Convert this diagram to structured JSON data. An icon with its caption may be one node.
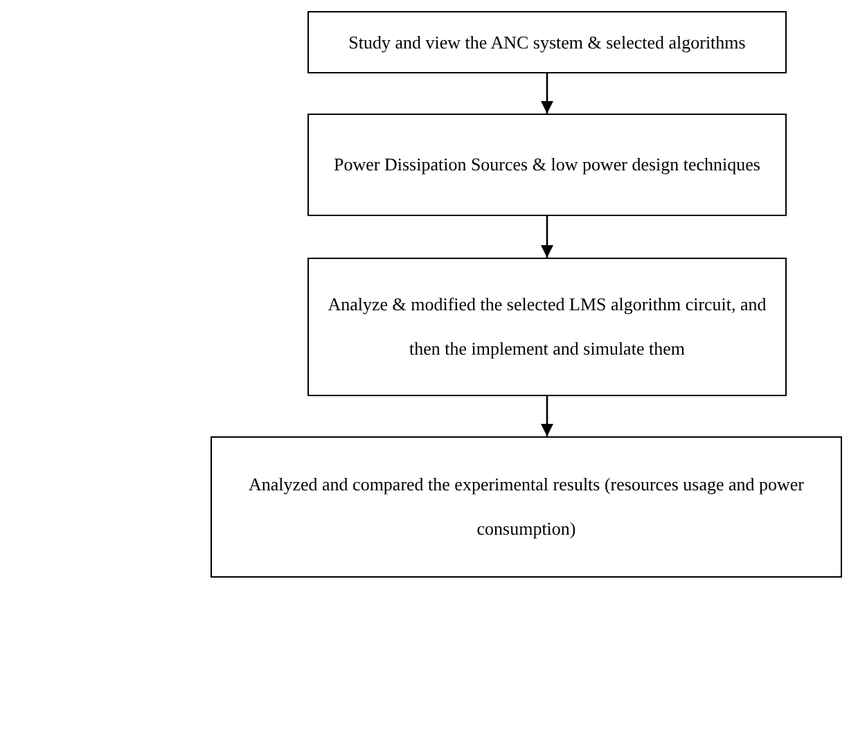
{
  "diagram": {
    "nodes": [
      {
        "text": [
          "Study and view the ANC system & selected algorithms"
        ]
      },
      {
        "text": [
          "Power Dissipation Sources & low power design techniques"
        ]
      },
      {
        "text": [
          "Analyze & modified the selected LMS algorithm circuit, and then the implement and simulate them"
        ]
      },
      {
        "text": [
          "Analyzed and compared the experimental results (resources usage and power consumption)"
        ]
      }
    ],
    "edges": [
      {
        "from": 0,
        "to": 1,
        "arrow": "to"
      },
      {
        "from": 1,
        "to": 2,
        "arrow": "to"
      },
      {
        "from": 2,
        "to": 3,
        "arrow": "to"
      }
    ]
  }
}
